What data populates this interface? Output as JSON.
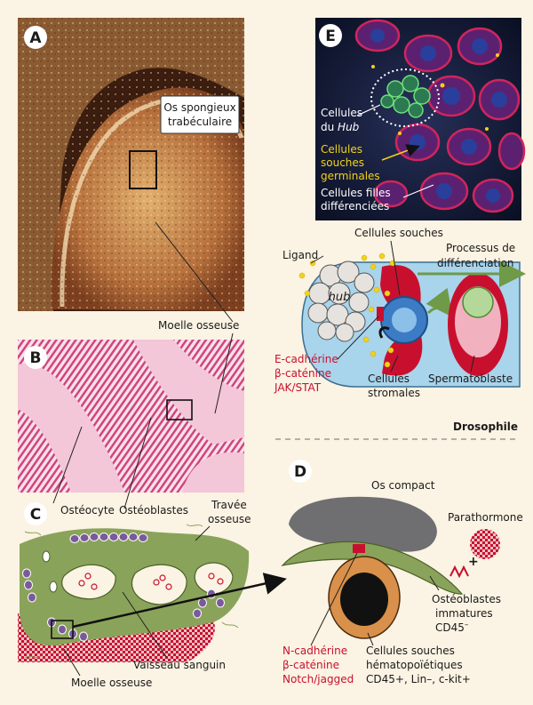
{
  "panels": {
    "A": {
      "letter": "A",
      "label_spongy_1": "Os spongieux",
      "label_spongy_2": "trabéculaire",
      "label_marrow": "Moelle osseuse"
    },
    "B": {
      "letter": "B"
    },
    "C": {
      "letter": "C",
      "label_osteocyte": "Ostéocyte",
      "label_osteoblasts": "Ostéoblastes",
      "label_travee_1": "Travée",
      "label_travee_2": "osseuse",
      "label_vessel": "Vaisseau sanguin",
      "label_marrow": "Moelle osseuse"
    },
    "D": {
      "letter": "D",
      "label_compact": "Os compact",
      "label_pth": "Parathormone",
      "label_imm_1": "Ostéoblastes",
      "label_imm_2": "immatures",
      "label_imm_3": "CD45",
      "label_imm_3_sup": "–",
      "label_hsc_1": "Cellules souches",
      "label_hsc_2": "hématopoïétiques",
      "label_hsc_3": "CD45+, Lin–, c-kit+",
      "label_sig_1": "N-cadhérine",
      "label_sig_2": "β-caténine",
      "label_sig_3": "Notch/jagged",
      "plus": "+"
    },
    "E": {
      "letter": "E",
      "label_hub_1": "Cellules",
      "label_hub_2a": "du ",
      "label_hub_2b": "Hub",
      "label_germ_1": "Cellules",
      "label_germ_2": "souches",
      "label_germ_3": "germinales",
      "label_daughter_1": "Cellules filles",
      "label_daughter_2": "différenciées"
    },
    "drosophila": {
      "label_ligand": "Ligand",
      "label_stem": "Cellules souches",
      "label_process_1": "Processus de",
      "label_process_2": "différenciation",
      "label_hub": "hub",
      "label_sig_1": "E-cadhérine",
      "label_sig_2": "β-caténine",
      "label_sig_3": "JAK/STAT",
      "label_stromal_1": "Cellules",
      "label_stromal_2": "stromales",
      "label_spermatoblast": "Spermatoblaste",
      "label_species": "Drosophile"
    }
  },
  "colors": {
    "background": "#fbf3e3",
    "bone_green": "#8aa35a",
    "marrow_red": "#c8102e",
    "osteoblast_purple": "#7a5a9c",
    "signal_red": "#c8102e",
    "germ_yellow": "#f2d21a",
    "niche_blue": "#a8d4ec",
    "compact_gray": "#6f6f72",
    "hsc_orange": "#d9904a"
  }
}
